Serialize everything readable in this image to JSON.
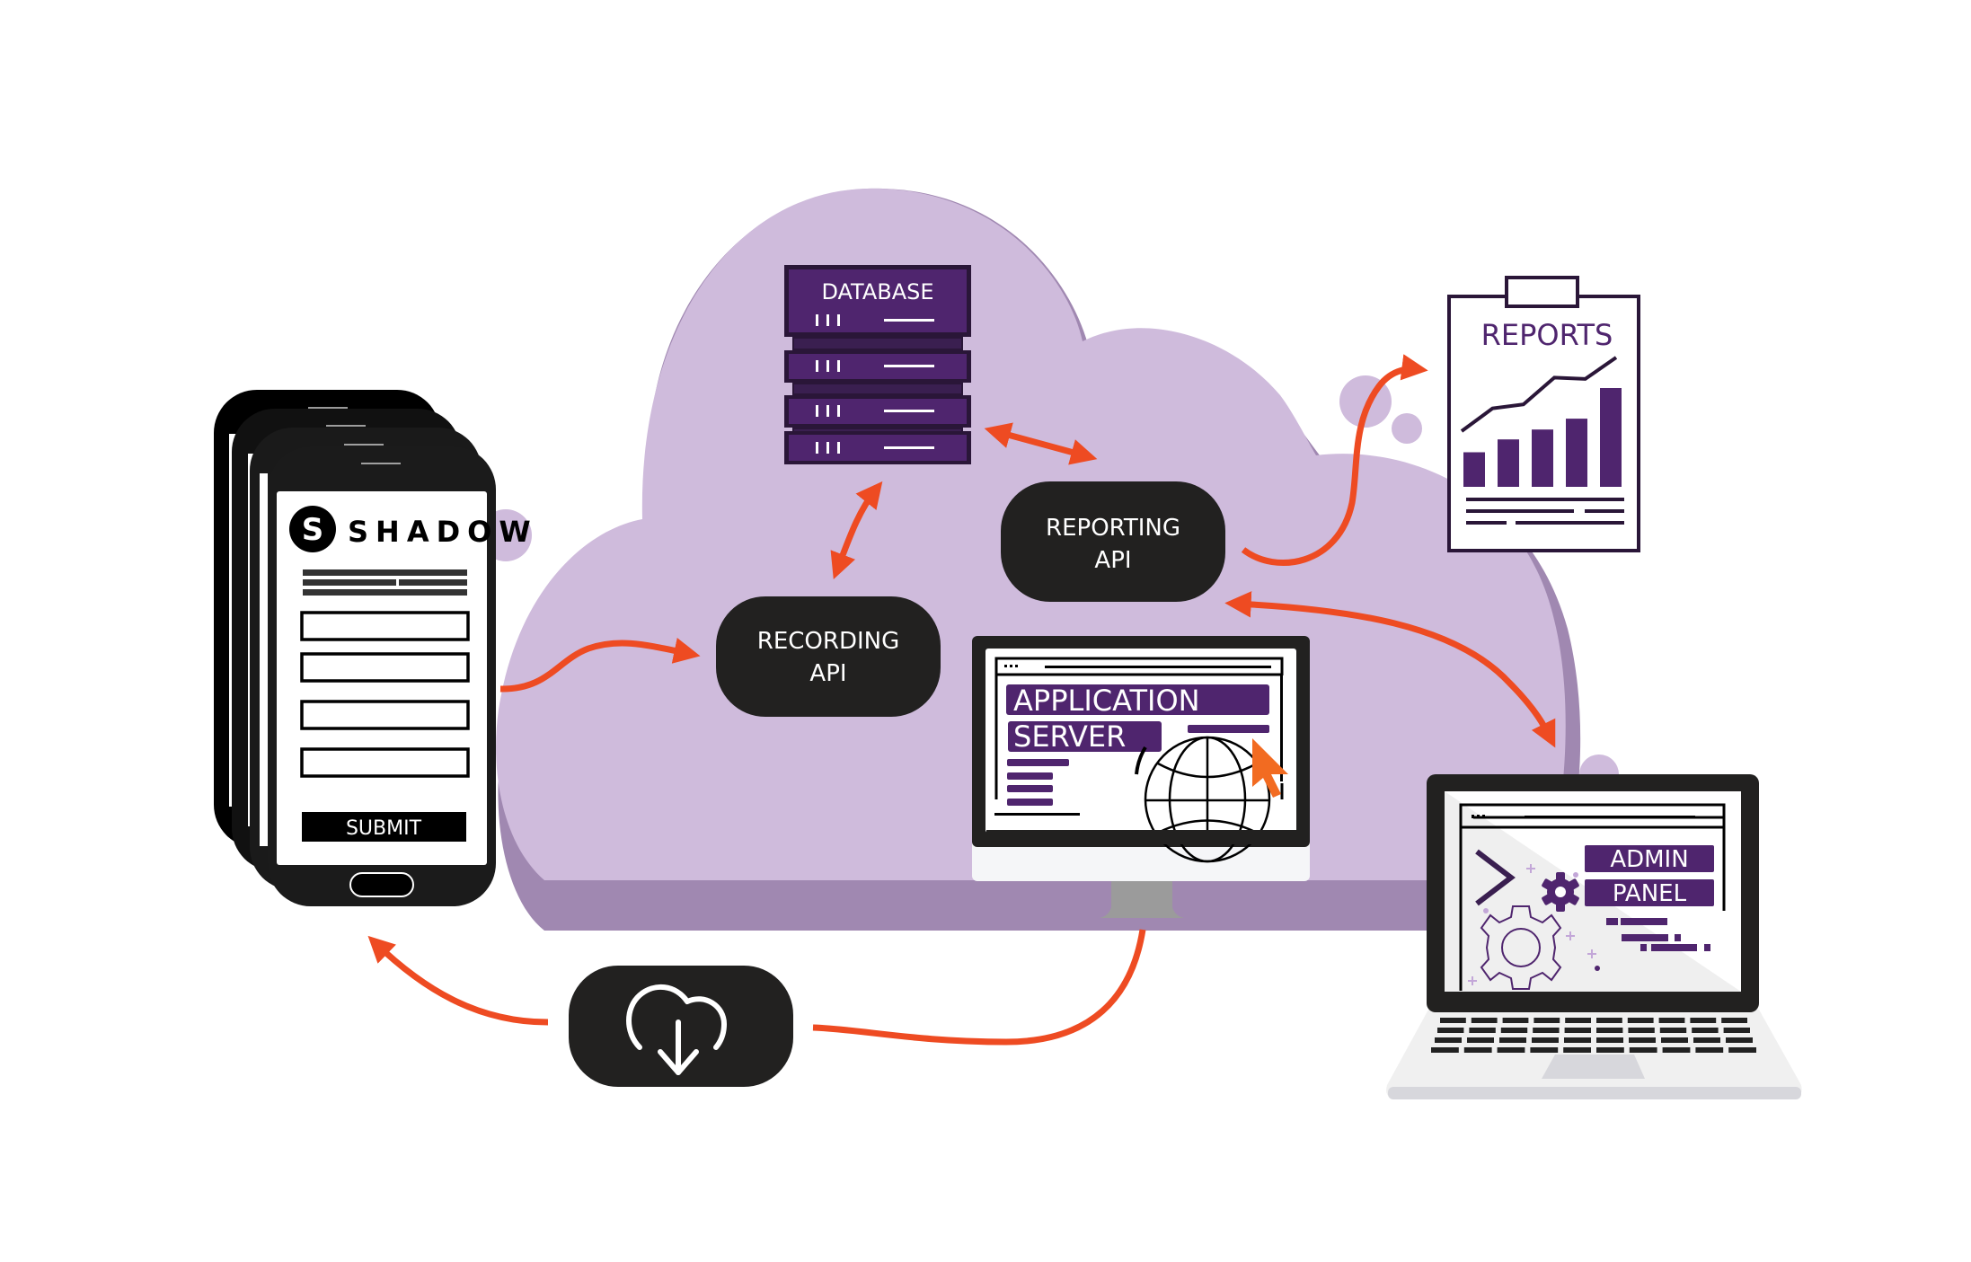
{
  "diagram": {
    "title": "Shadow architecture diagram",
    "colors": {
      "cloud": "#cfbbdc",
      "cloud_shadow": "#a088b1",
      "purple": "#4f256e",
      "purple_dark": "#2a1638",
      "node_fill": "#222120",
      "arrow": "#ee4b22",
      "cursor": "#f26b21"
    }
  },
  "mobile": {
    "brand": "SHADOW",
    "logo_letter": "S",
    "submit_label": "SUBMIT",
    "input_count": 4,
    "device_stack_count": 4
  },
  "nodes": {
    "database": {
      "label": "DATABASE",
      "rack_units": 4
    },
    "recording_api": {
      "line1": "RECORDING",
      "line2": "API"
    },
    "reporting_api": {
      "line1": "REPORTING",
      "line2": "API"
    },
    "application_server": {
      "line1": "APPLICATION",
      "line2": "SERVER",
      "icon": "globe-icon"
    },
    "download": {
      "icon": "cloud-download-icon"
    }
  },
  "reports": {
    "title": "REPORTS",
    "bars": [
      0.35,
      0.48,
      0.58,
      0.69,
      1.0
    ],
    "trend": [
      0.45,
      0.62,
      0.65,
      0.85,
      0.84,
      1.0
    ]
  },
  "admin": {
    "line1": "ADMIN",
    "line2": "PANEL",
    "icons": [
      "terminal-prompt-icon",
      "gear-icon",
      "gear-outline-icon"
    ]
  },
  "connections": [
    {
      "from": "mobile",
      "to": "recording_api",
      "direction": "forward"
    },
    {
      "from": "recording_api",
      "to": "database",
      "direction": "both"
    },
    {
      "from": "database",
      "to": "reporting_api",
      "direction": "both"
    },
    {
      "from": "reporting_api",
      "to": "reports",
      "direction": "forward"
    },
    {
      "from": "reporting_api",
      "to": "admin_panel",
      "direction": "both"
    },
    {
      "from": "application_server",
      "to": "download",
      "direction": "forward"
    },
    {
      "from": "download",
      "to": "mobile",
      "direction": "forward"
    }
  ]
}
